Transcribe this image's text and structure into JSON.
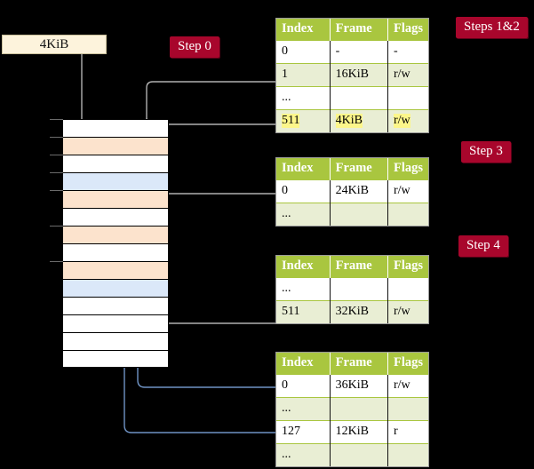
{
  "diagram": {
    "title": "multi-level page table walk",
    "source_box": {
      "label": "4KiB"
    },
    "badges": [
      {
        "name": "step-0",
        "label": "Step 0"
      },
      {
        "name": "steps-1-2",
        "label": "Steps 1&2"
      },
      {
        "name": "step-3",
        "label": "Step 3"
      },
      {
        "name": "step-4",
        "label": "Step 4"
      }
    ],
    "colors": {
      "background": "#000000",
      "badge_bg": "#a8062c",
      "badge_text": "#ffffff",
      "table_header_bg": "#a9c63f",
      "table_alt_row_bg": "#e9eed4",
      "table_highlight": "#fcf68a",
      "source_box_bg": "#fdf3dc",
      "mem_peach": "#fce3cd",
      "mem_blue": "#dbe8f9",
      "wire_gray": "#b0b0b0",
      "wire_blue": "#6f93c4"
    },
    "memory_column": {
      "name": "physical-memory-column",
      "rows": [
        {
          "fill": "white"
        },
        {
          "fill": "peach"
        },
        {
          "fill": "white"
        },
        {
          "fill": "blue"
        },
        {
          "fill": "peach"
        },
        {
          "fill": "white"
        },
        {
          "fill": "peach"
        },
        {
          "fill": "white"
        },
        {
          "fill": "peach"
        },
        {
          "fill": "blue"
        },
        {
          "fill": "white"
        },
        {
          "fill": "white"
        },
        {
          "fill": "white"
        },
        {
          "fill": "white"
        }
      ]
    },
    "tables": [
      {
        "name": "page-table-level-0",
        "columns": [
          "Index",
          "Frame",
          "Flags"
        ],
        "rows": [
          {
            "cells": [
              "0",
              "-",
              "-"
            ],
            "alt": false,
            "highlight": false
          },
          {
            "cells": [
              "1",
              "16KiB",
              "r/w"
            ],
            "alt": true,
            "highlight": false
          },
          {
            "cells": [
              "...",
              "",
              ""
            ],
            "alt": false,
            "highlight": false
          },
          {
            "cells": [
              "511",
              "4KiB",
              "r/w"
            ],
            "alt": true,
            "highlight": true
          }
        ]
      },
      {
        "name": "page-table-level-1",
        "columns": [
          "Index",
          "Frame",
          "Flags"
        ],
        "rows": [
          {
            "cells": [
              "0",
              "24KiB",
              "r/w"
            ],
            "alt": false,
            "highlight": false
          },
          {
            "cells": [
              "...",
              "",
              ""
            ],
            "alt": true,
            "highlight": false
          }
        ]
      },
      {
        "name": "page-table-level-2",
        "columns": [
          "Index",
          "Frame",
          "Flags"
        ],
        "rows": [
          {
            "cells": [
              "...",
              "",
              ""
            ],
            "alt": false,
            "highlight": false
          },
          {
            "cells": [
              "511",
              "32KiB",
              "r/w"
            ],
            "alt": true,
            "highlight": false
          }
        ]
      },
      {
        "name": "page-table-level-3",
        "columns": [
          "Index",
          "Frame",
          "Flags"
        ],
        "rows": [
          {
            "cells": [
              "0",
              "36KiB",
              "r/w"
            ],
            "alt": false,
            "highlight": false
          },
          {
            "cells": [
              "...",
              "",
              ""
            ],
            "alt": true,
            "highlight": false
          },
          {
            "cells": [
              "127",
              "12KiB",
              "r"
            ],
            "alt": false,
            "highlight": false
          },
          {
            "cells": [
              "...",
              "",
              ""
            ],
            "alt": true,
            "highlight": false
          }
        ]
      }
    ]
  }
}
